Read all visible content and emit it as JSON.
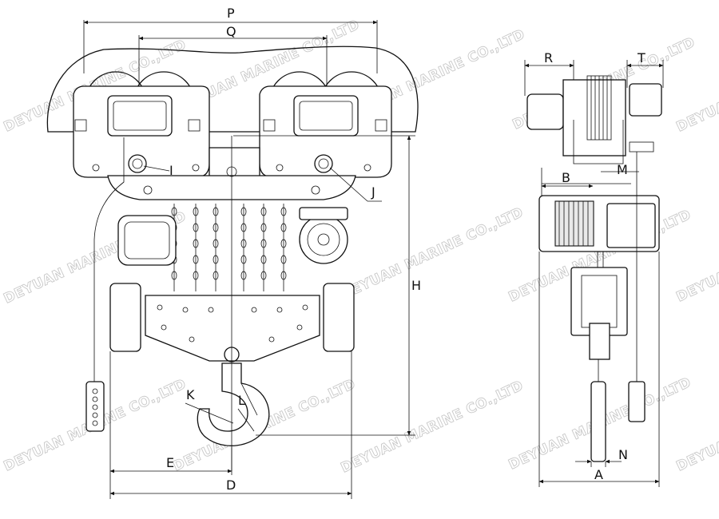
{
  "diagram": {
    "front_view_labels": {
      "P": "P",
      "Q": "Q",
      "H": "H",
      "I": "I",
      "J": "J",
      "K": "K",
      "L": "L",
      "E": "E",
      "D": "D"
    },
    "side_view_labels": {
      "R": "R",
      "T": "T",
      "B": "B",
      "M": "M",
      "N": "N",
      "A": "A"
    },
    "watermark": "DEYUAN MARINE CO.,LTD"
  }
}
